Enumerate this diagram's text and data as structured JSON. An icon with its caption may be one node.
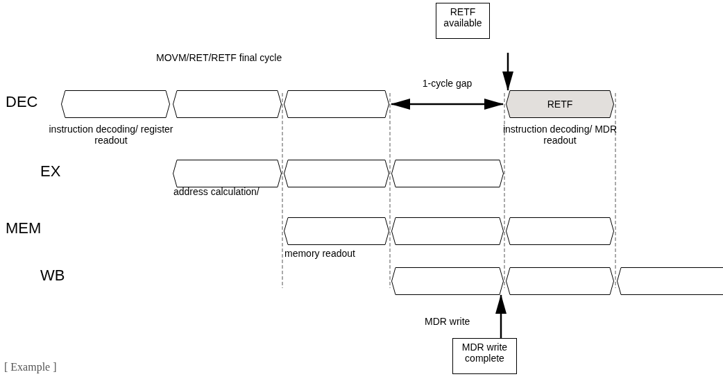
{
  "diagram": {
    "nodes": [
      {
        "text": [
          "RETF available"
        ]
      },
      {
        "text": [],
        "shape": "hexagon"
      },
      {
        "text": [],
        "shape": "hexagon"
      },
      {
        "text": [],
        "shape": "hexagon"
      },
      {
        "text": [
          "RETF"
        ]
      },
      {
        "text": [],
        "shape": "hexagon"
      },
      {
        "text": [],
        "shape": "hexagon"
      },
      {
        "text": [],
        "shape": "hexagon"
      },
      {
        "text": [],
        "shape": "hexagon"
      },
      {
        "text": [],
        "shape": "hexagon"
      },
      {
        "text": [],
        "shape": "hexagon"
      },
      {
        "text": [],
        "shape": "hexagon"
      },
      {
        "text": [],
        "shape": "hexagon"
      },
      {
        "text": [],
        "shape": "hexagon"
      },
      {
        "text": [
          "MDR write complete"
        ]
      }
    ],
    "edges": [
      {
        "from": 0,
        "to": 4,
        "arrow": "to"
      },
      {
        "from": 3,
        "to": 4,
        "arrow": "both",
        "label": "1-cycle gap"
      },
      {
        "from": 14,
        "to": 11,
        "arrow": "to"
      }
    ],
    "labels": [
      "MOVM/RET/RETF final cycle",
      "DEC",
      "instruction decoding/ register readout",
      "instruction decoding/ MDR readout",
      "EX",
      "address calculation/",
      "MEM",
      "memory readout",
      "WB",
      "MDR write",
      "[ Example ]"
    ]
  }
}
